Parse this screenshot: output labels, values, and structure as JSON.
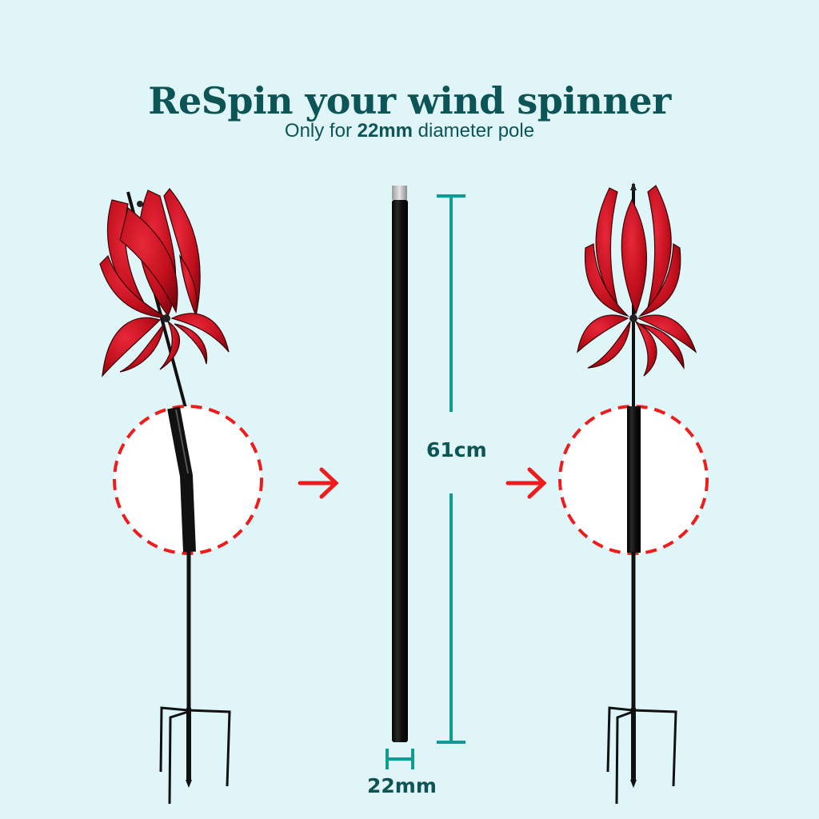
{
  "header": {
    "title": "ReSpin your wind spinner",
    "subtitle_prefix": "Only for ",
    "subtitle_bold": "22mm",
    "subtitle_suffix": " diameter pole"
  },
  "diagram": {
    "left": {
      "name": "bent-spinner",
      "state": "bent pole"
    },
    "middle": {
      "name": "replacement-pole",
      "length_label": "61cm",
      "diameter_label": "22mm"
    },
    "right": {
      "name": "repaired-spinner",
      "state": "straight pole"
    },
    "arrows": [
      "arrow-to-pole",
      "arrow-to-repaired"
    ]
  },
  "colors": {
    "background": "#dff5f8",
    "text": "#0d5457",
    "dimension": "#0f9a96",
    "highlight": "#ee1c1c",
    "petal": "#c8101c",
    "pole": "#111111"
  }
}
